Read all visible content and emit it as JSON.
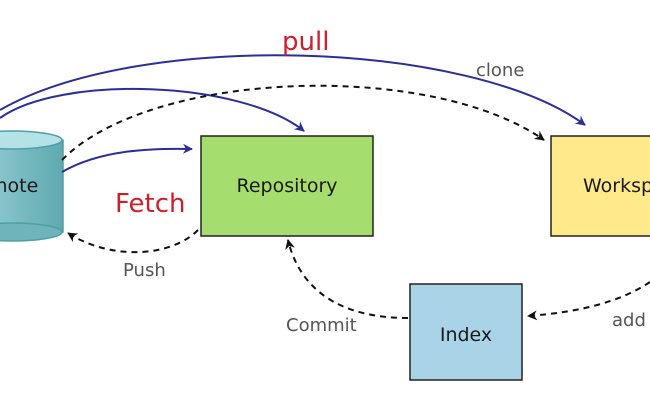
{
  "nodes": {
    "remote": {
      "label": "Remote",
      "fill": "#7cc3c9",
      "stroke": "#4f9ea5"
    },
    "repository": {
      "label": "Repository",
      "fill": "#a5dd6f",
      "stroke": "#222222"
    },
    "workspace": {
      "label": "Workspace",
      "fill": "#ffe98a",
      "stroke": "#222222"
    },
    "index": {
      "label": "Index",
      "fill": "#a9d4e8",
      "stroke": "#222222"
    }
  },
  "edges": {
    "pull": {
      "label": "pull",
      "color": "#d11f2a"
    },
    "fetch": {
      "label": "Fetch",
      "color": "#d11f2a"
    },
    "clone": {
      "label": "clone"
    },
    "push": {
      "label": "Push"
    },
    "commit": {
      "label": "Commit"
    },
    "add": {
      "label": "add"
    }
  },
  "colors": {
    "solid_arrow": "#2a2f9c",
    "dashed_arrow": "#111111"
  }
}
